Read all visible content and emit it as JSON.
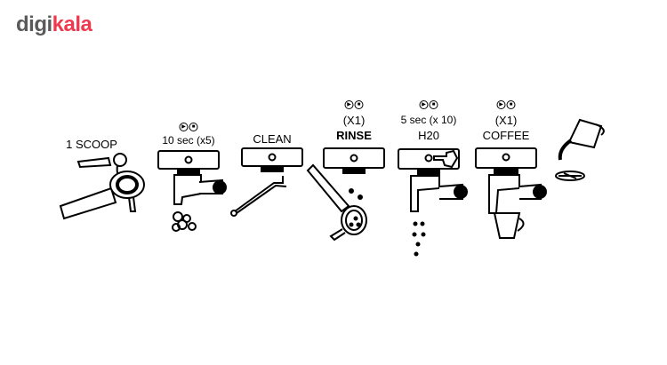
{
  "brand": {
    "part1": "digi",
    "part2": "kala"
  },
  "colors": {
    "brand_gray": "#5a5a5a",
    "brand_red": "#ef394e"
  },
  "steps": [
    {
      "label": "1 SCOOP"
    },
    {
      "label": "10 sec (x5)",
      "icons": [
        "play-icon",
        "stop-icon"
      ]
    },
    {
      "label": "CLEAN"
    },
    {
      "count": "(X1)",
      "label": "RINSE",
      "icons": [
        "play-icon",
        "stop-icon"
      ]
    },
    {
      "count": "5 sec (x 10)",
      "label": "H20",
      "icons": [
        "play-icon",
        "stop-icon"
      ]
    },
    {
      "count": "(X1)",
      "label": "COFFEE",
      "icons": [
        "play-icon",
        "stop-icon"
      ]
    }
  ]
}
